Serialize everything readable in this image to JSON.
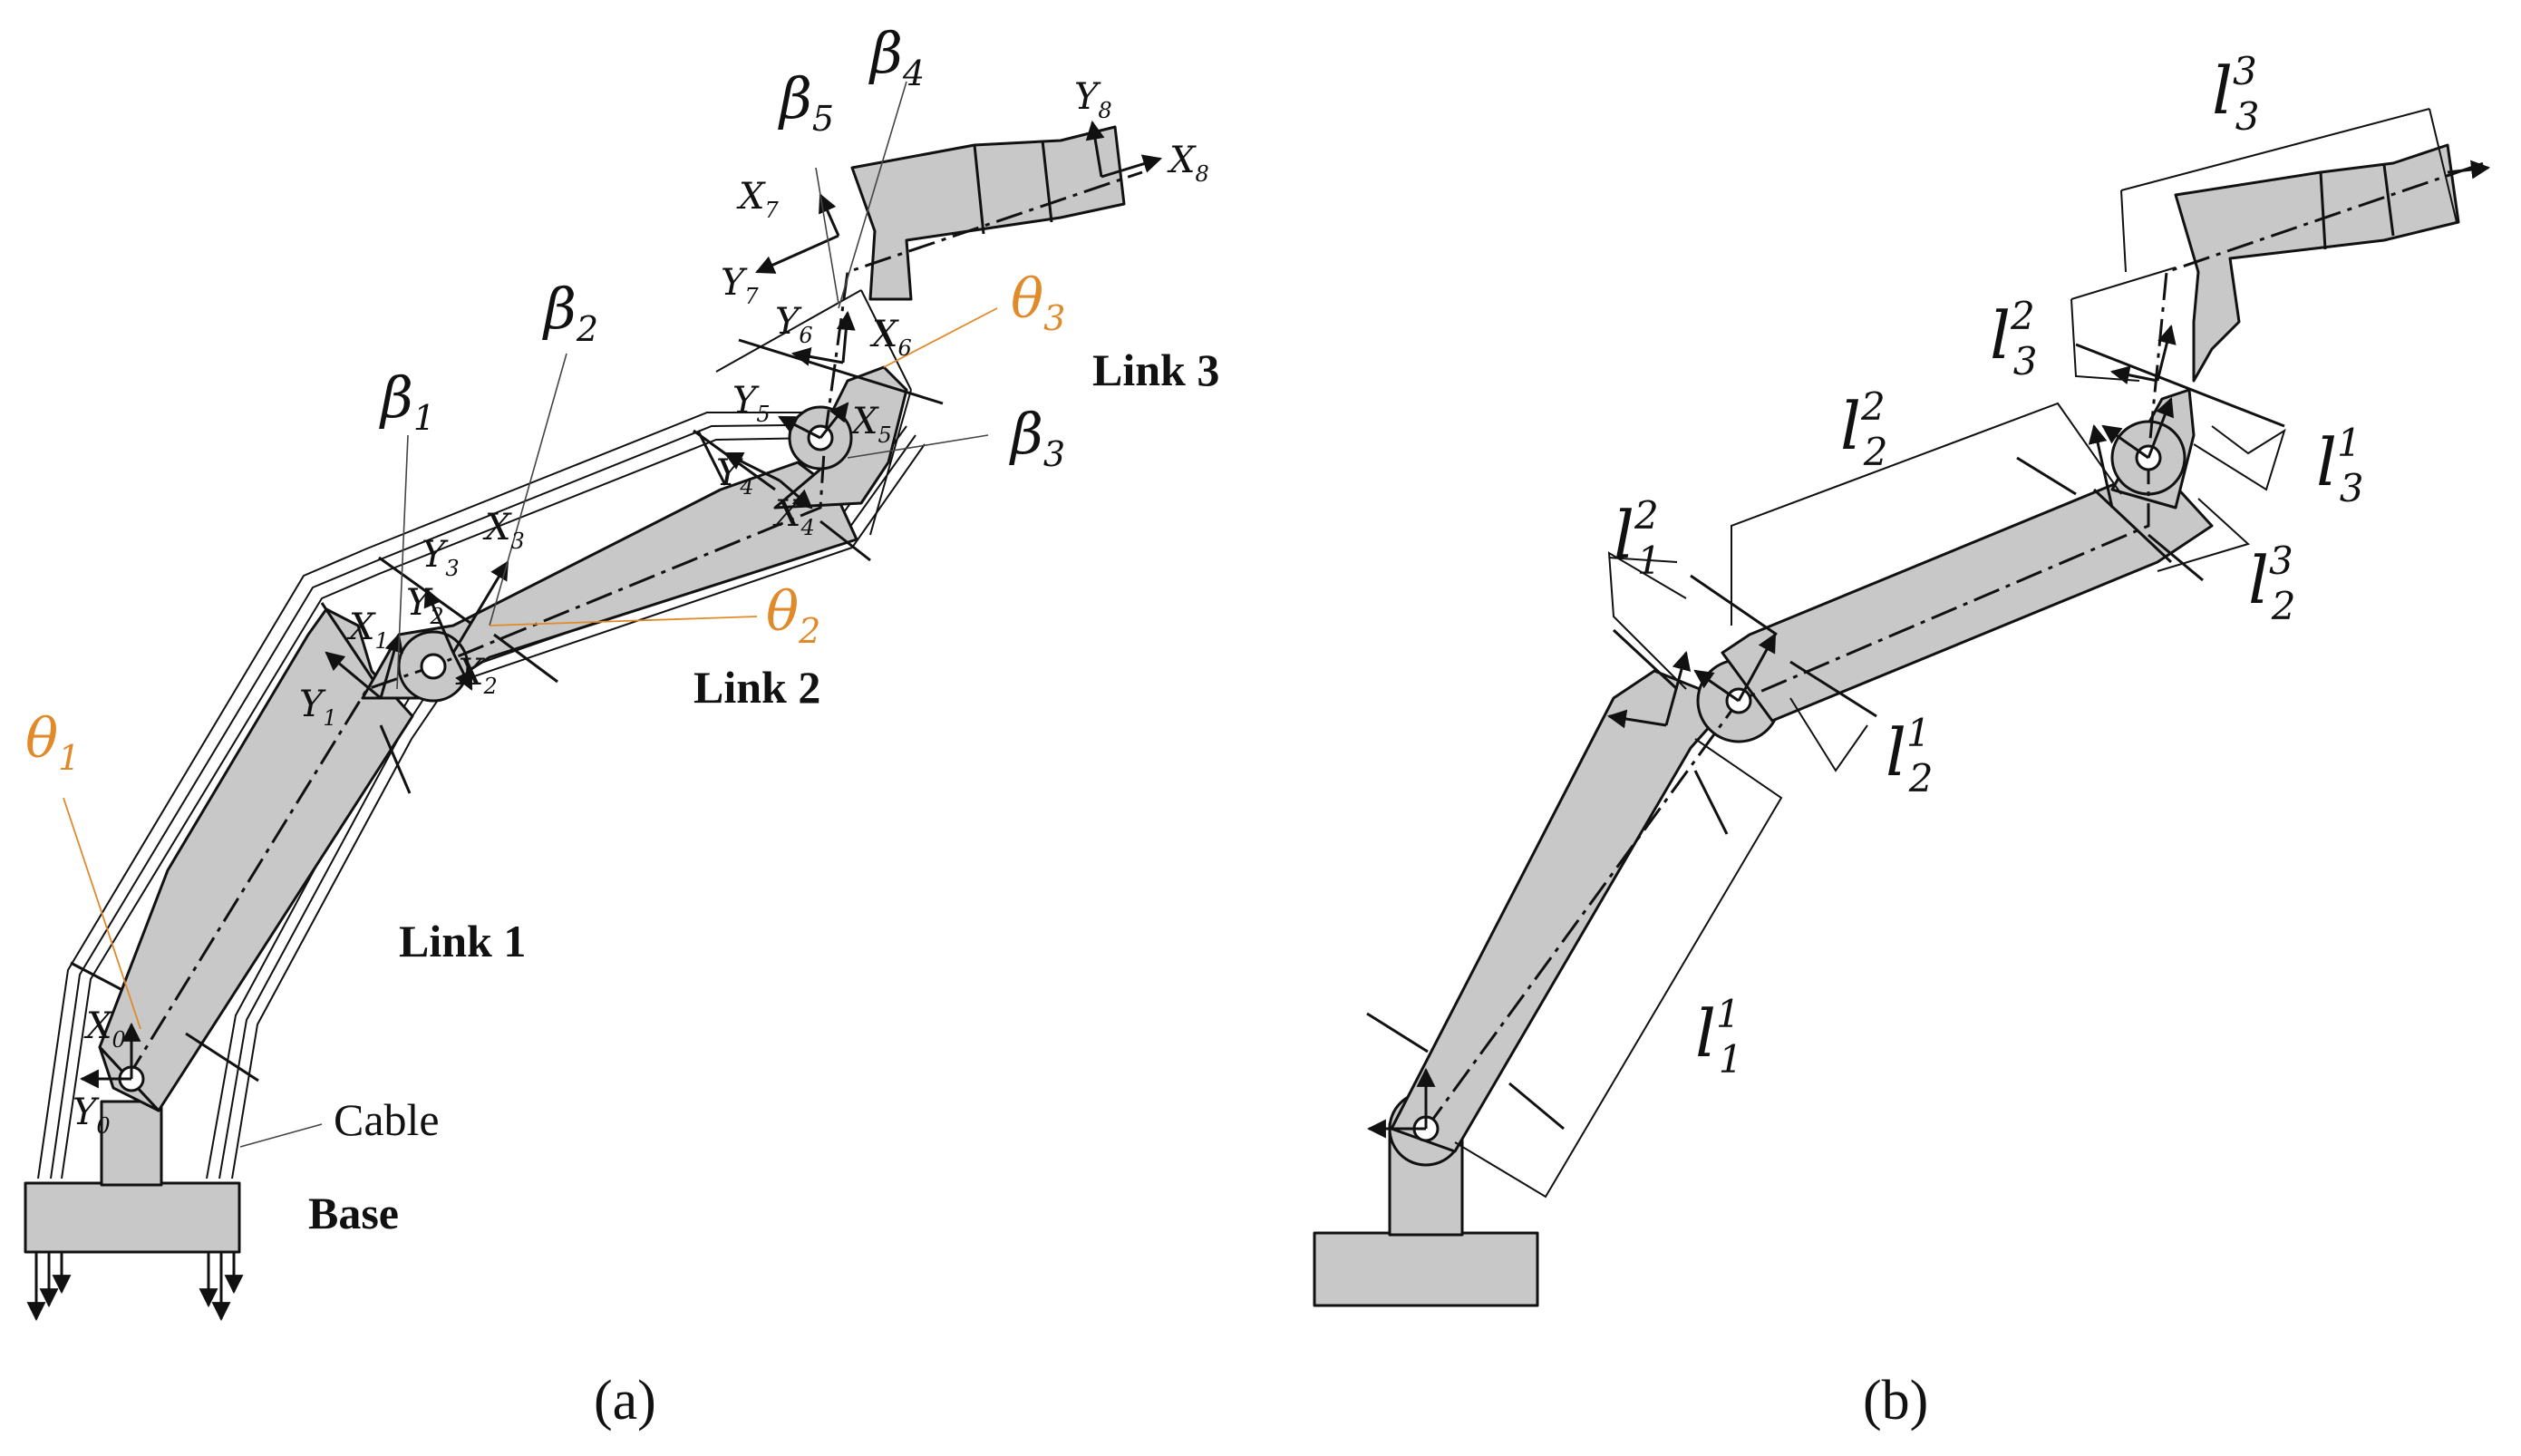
{
  "panel_a": {
    "caption": "(a)",
    "links": {
      "link1": "Link 1",
      "link2": "Link 2",
      "link3": "Link 3",
      "base": "Base",
      "cable": "Cable"
    },
    "beta": {
      "b1": {
        "sym": "β",
        "sub": "1"
      },
      "b2": {
        "sym": "β",
        "sub": "2"
      },
      "b3": {
        "sym": "β",
        "sub": "3"
      },
      "b4": {
        "sym": "β",
        "sub": "4"
      },
      "b5": {
        "sym": "β",
        "sub": "5"
      }
    },
    "theta": {
      "t1": {
        "sym": "θ",
        "sub": "1"
      },
      "t2": {
        "sym": "θ",
        "sub": "2"
      },
      "t3": {
        "sym": "θ",
        "sub": "3"
      }
    },
    "axes": {
      "X0": {
        "sym": "X",
        "sub": "0"
      },
      "Y0": {
        "sym": "Y",
        "sub": "0"
      },
      "X1": {
        "sym": "X",
        "sub": "1"
      },
      "Y1": {
        "sym": "Y",
        "sub": "1"
      },
      "X2": {
        "sym": "X",
        "sub": "2"
      },
      "Y2": {
        "sym": "Y",
        "sub": "2"
      },
      "X3": {
        "sym": "X",
        "sub": "3"
      },
      "Y3": {
        "sym": "Y",
        "sub": "3"
      },
      "X4": {
        "sym": "X",
        "sub": "4"
      },
      "Y4": {
        "sym": "Y",
        "sub": "4"
      },
      "X5": {
        "sym": "X",
        "sub": "5"
      },
      "Y5": {
        "sym": "Y",
        "sub": "5"
      },
      "X6": {
        "sym": "X",
        "sub": "6"
      },
      "Y6": {
        "sym": "Y",
        "sub": "6"
      },
      "X7": {
        "sym": "X",
        "sub": "7"
      },
      "Y7": {
        "sym": "Y",
        "sub": "7"
      },
      "X8": {
        "sym": "X",
        "sub": "8"
      },
      "Y8": {
        "sym": "Y",
        "sub": "8"
      }
    }
  },
  "panel_b": {
    "caption": "(b)",
    "lengths": {
      "l11": {
        "sym": "l",
        "sub": "1",
        "sup": "1"
      },
      "l12": {
        "sym": "l",
        "sub": "1",
        "sup": "2"
      },
      "l21": {
        "sym": "l",
        "sub": "2",
        "sup": "1"
      },
      "l22": {
        "sym": "l",
        "sub": "2",
        "sup": "2"
      },
      "l23": {
        "sym": "l",
        "sub": "2",
        "sup": "3"
      },
      "l31": {
        "sym": "l",
        "sub": "3",
        "sup": "1"
      },
      "l32": {
        "sym": "l",
        "sub": "3",
        "sup": "2"
      },
      "l33": {
        "sym": "l",
        "sub": "3",
        "sup": "3"
      }
    }
  },
  "colors": {
    "body": "#c8c8c8",
    "stroke": "#111111",
    "angle_accent": "#e08a2a"
  }
}
